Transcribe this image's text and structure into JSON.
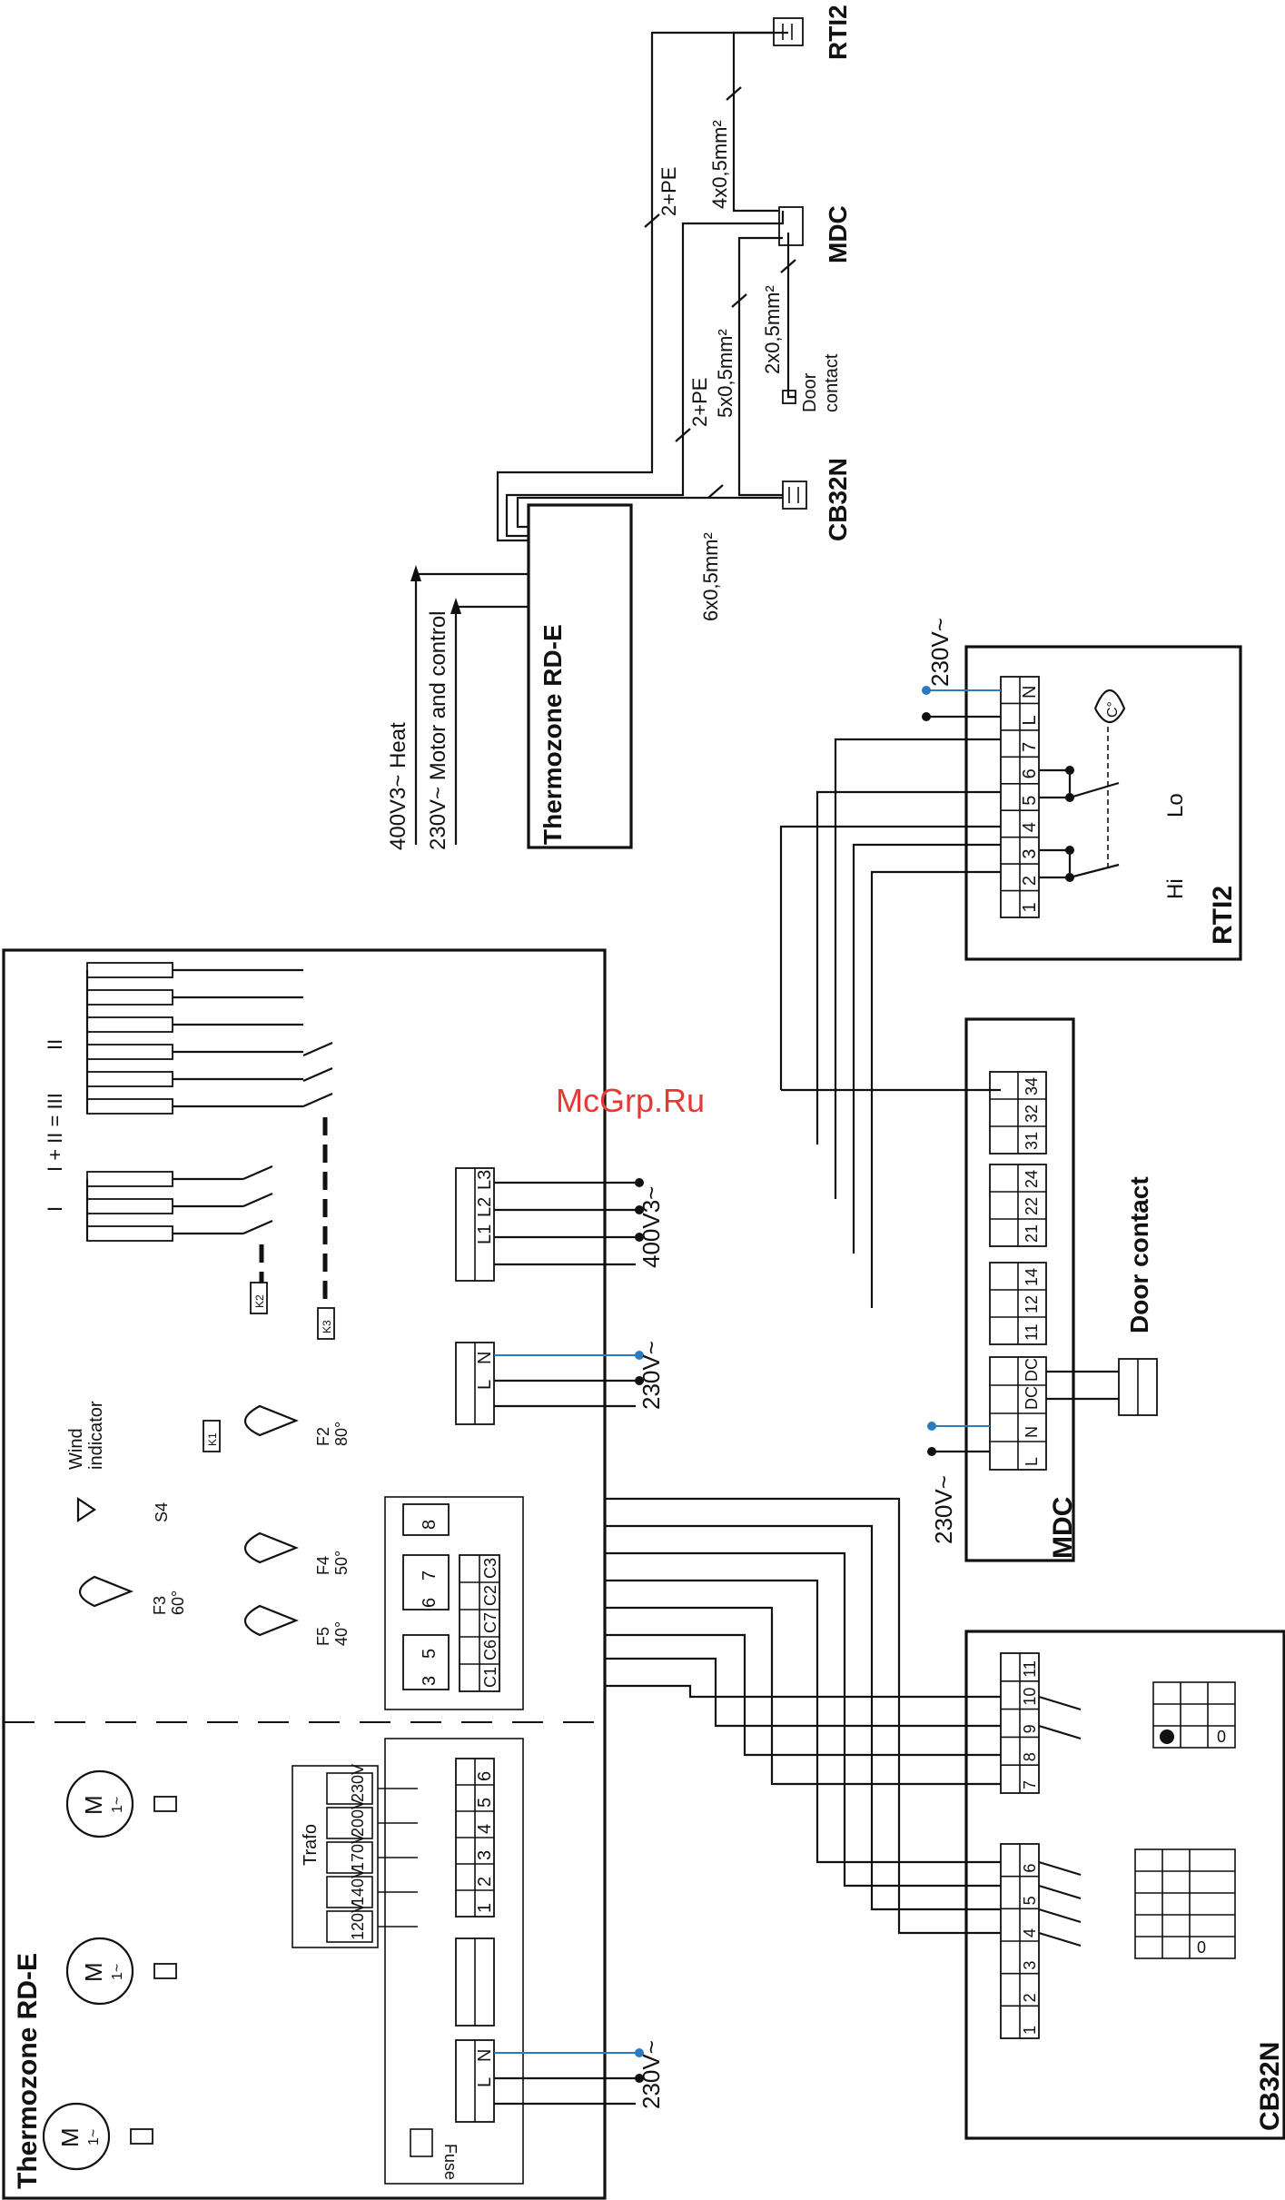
{
  "top": {
    "rti2": "RTI2",
    "mdc": "MDC",
    "cb32n": "CB32N",
    "thermozone": "Thermozone RD-E",
    "cable_rti2": "4x0,5mm²",
    "cable_2pe_a": "2+PE",
    "cable_2pe_b": "2+PE",
    "cable_5x": "5x0,5mm²",
    "cable_2x": "2x0,5mm²",
    "cable_6x": "6x0,5mm²",
    "door_contact_1": "Door",
    "door_contact_2": "contact",
    "supply_heat": "400V3~ Heat",
    "supply_motor": "230V~ Motor and control"
  },
  "main": {
    "title": "Thermozone RD-E",
    "stage_I": "I",
    "stage_II": "II",
    "stage_sum": "I + II = III",
    "wind_1": "Wind",
    "wind_2": "indicator",
    "s4": "S4",
    "f2": "F2",
    "f2_t": "80°",
    "f3": "F3",
    "f3_t": "60°",
    "f4": "F4",
    "f4_t": "50°",
    "f5": "F5",
    "f5_t": "40°",
    "k1": "K1",
    "k2": "K2",
    "k3": "K3",
    "trafo": "Trafo",
    "taps": [
      "230V",
      "200V",
      "170V",
      "140V",
      "120V"
    ],
    "fuse": "Fuse",
    "supply_400": "400V3~",
    "supply_230a": "230V~",
    "supply_230b": "230V~",
    "motor_m": "M",
    "motor_sub": "1~",
    "term_L1": "L1",
    "term_L2": "L2",
    "term_L3": "L3",
    "term_L": "L",
    "term_N": "N",
    "ctrl_terms": [
      "C3",
      "C2",
      "C7",
      "C6",
      "C1"
    ],
    "num_terms_ctrl": [
      "8",
      "7",
      "6",
      "5",
      "3"
    ],
    "num_terms_motor": [
      "1",
      "2",
      "3",
      "4",
      "5",
      "6"
    ]
  },
  "rti2_box": {
    "label": "RTI2",
    "supply": "230V~",
    "terminals": [
      "N",
      "L",
      "7",
      "6",
      "5",
      "4",
      "3",
      "2",
      "1"
    ],
    "lo": "Lo",
    "hi": "Hi",
    "sensor": "C°"
  },
  "mdc_box": {
    "label": "MDC",
    "supply": "230V~",
    "door": "Door contact",
    "terminals": [
      "34",
      "32",
      "31",
      "24",
      "22",
      "21",
      "14",
      "12",
      "11",
      "DC",
      "DC",
      "N",
      "L"
    ]
  },
  "cb32n_box": {
    "label": "CB32N",
    "terminals": [
      "11",
      "10",
      "9",
      "8",
      "7",
      "6",
      "5",
      "4",
      "3",
      "2",
      "1"
    ],
    "zero": "0"
  },
  "watermark": "McGrp.Ru"
}
